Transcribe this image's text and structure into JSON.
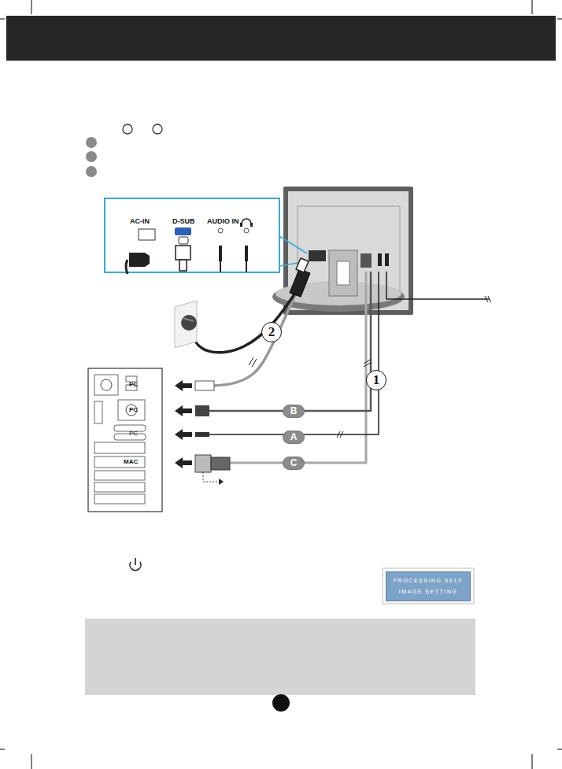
{
  "diagram": {
    "nodes": [
      {
        "text": [
          "2"
        ]
      },
      {
        "text": [
          "1"
        ]
      },
      {
        "text": [
          "B"
        ]
      },
      {
        "text": [
          "A"
        ]
      },
      {
        "text": [
          "C"
        ]
      },
      {
        "text": [
          "PROCESSING SELF IMAGE SETTING"
        ]
      }
    ],
    "labels": [
      "AC-IN",
      "D-SUB",
      "AUDIO IN",
      "PC",
      "PC",
      "PC",
      "MAC"
    ]
  }
}
